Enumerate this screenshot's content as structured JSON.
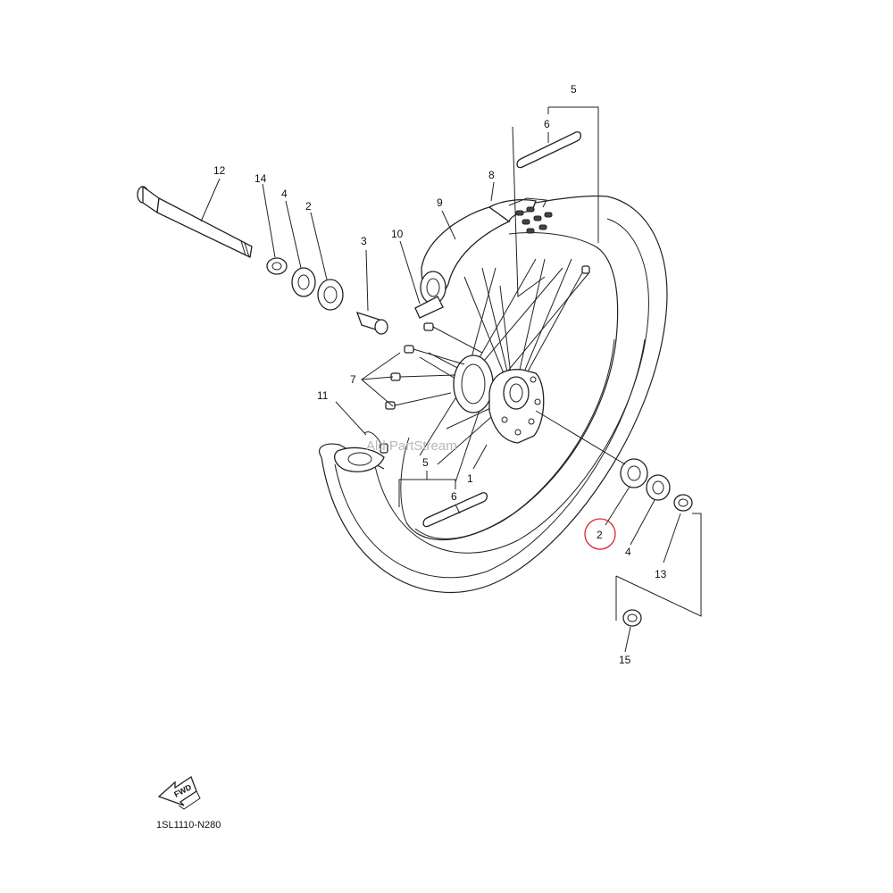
{
  "diagram": {
    "part_code": "1SL1110-N280",
    "watermark": "Ald PartStream",
    "fwd_label": "FWD",
    "highlight_color": "#d9262b",
    "callouts": {
      "c12": "12",
      "c14": "14",
      "c4_left": "4",
      "c2_left": "2",
      "c3": "3",
      "c10": "10",
      "c9": "9",
      "c8": "8",
      "c5_top": "5",
      "c6_top": "6",
      "c7": "7",
      "c11": "11",
      "c5_bottom": "5",
      "c6_bottom": "6",
      "c1": "1",
      "c2_right": "2",
      "c4_right": "4",
      "c13": "13",
      "c15": "15"
    }
  }
}
